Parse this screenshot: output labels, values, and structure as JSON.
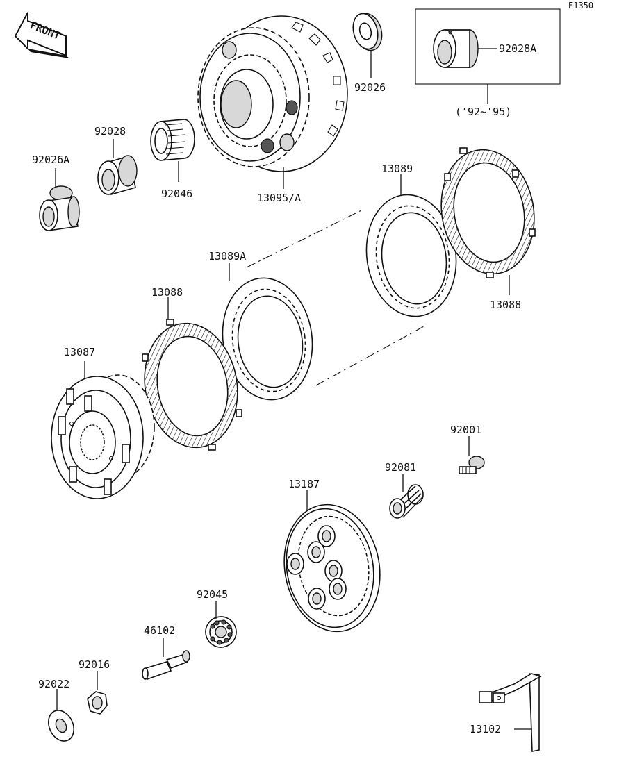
{
  "diagram_code": "E1350",
  "front_label": "FRONT",
  "inset_note": "('92~'95)",
  "parts": {
    "p92028A": "92028A",
    "p92026": "92026",
    "p92028": "92028",
    "p92026A": "92026A",
    "p92046": "92046",
    "p13095A": "13095/A",
    "p13089": "13089",
    "p13089A": "13089A",
    "p13088_left": "13088",
    "p13088_right": "13088",
    "p13087": "13087",
    "p92001": "92001",
    "p92081": "92081",
    "p13187": "13187",
    "p92045": "92045",
    "p46102": "46102",
    "p92016": "92016",
    "p92022": "92022",
    "p13102": "13102"
  },
  "icons": [
    "front-arrow-icon"
  ]
}
